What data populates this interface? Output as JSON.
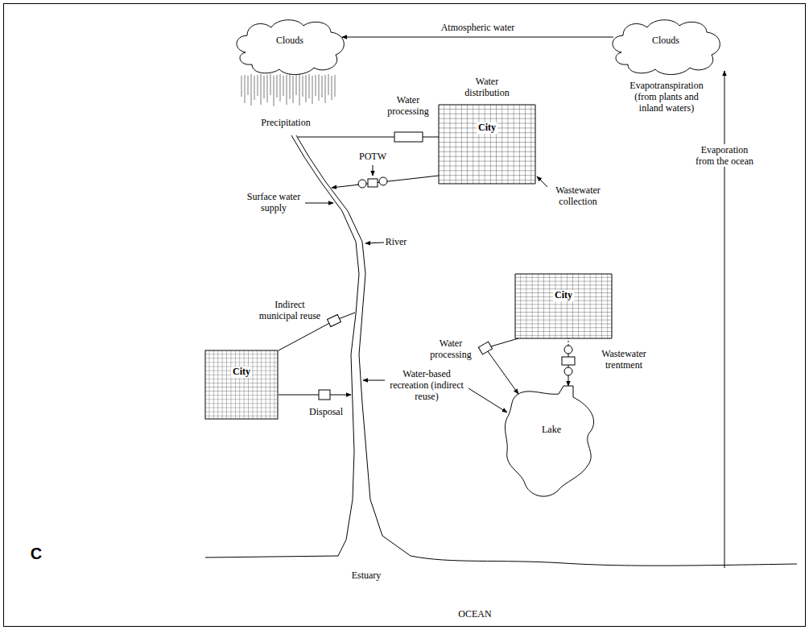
{
  "diagram": {
    "nodes": [
      {
        "text": [
          "Clouds"
        ]
      },
      {
        "text": [
          "Clouds"
        ]
      },
      {
        "text": [
          "City"
        ]
      },
      {
        "text": [
          "City"
        ]
      },
      {
        "text": [
          "City"
        ]
      },
      {
        "text": [
          "Lake"
        ]
      }
    ],
    "edges": [
      {
        "from": 1,
        "to": 0,
        "label": "Atmospheric water",
        "arrow": "to"
      },
      {
        "from": 3,
        "to": 5,
        "arrow": "to"
      },
      {
        "from": 3,
        "to": 5,
        "arrow": "to"
      }
    ],
    "labels": [
      "Precipitation",
      "Evapotranspiration (from plants and inland waters)",
      "Evaporation from the ocean",
      "Water processing",
      "Water distribution",
      "POTW",
      "Surface water supply",
      "Wastewater collection",
      "River",
      "Indirect municipal reuse",
      "Disposal",
      "Water processing",
      "Water-based recreation (indirect reuse)",
      "Wastewater trentment",
      "Estuary",
      "OCEAN",
      "C"
    ]
  }
}
